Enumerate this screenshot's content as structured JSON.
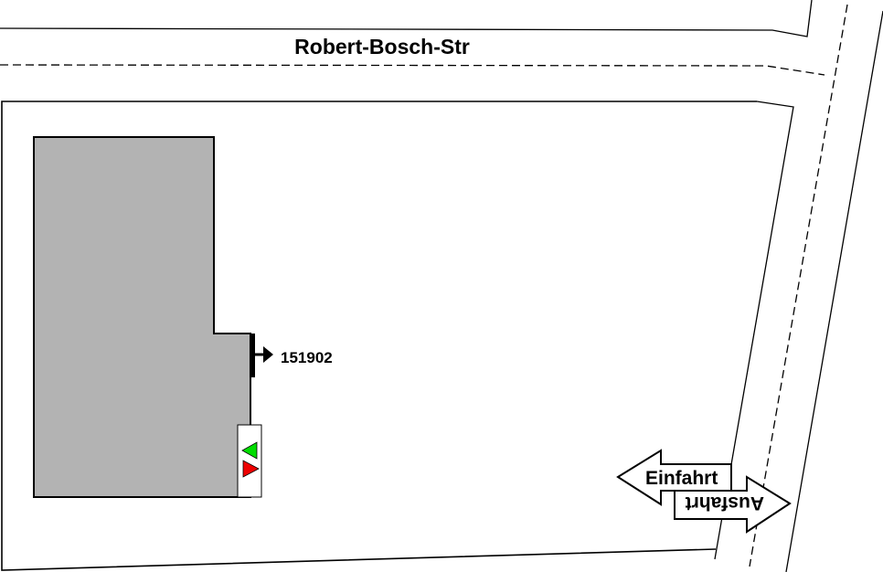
{
  "map": {
    "street_name": "Robert-Bosch-Str",
    "marker_id": "151902",
    "entrance_label": "Einfahrt",
    "exit_label": "Ausfahrt",
    "colors": {
      "building": "#b3b3b3",
      "line": "#000000",
      "in_triangle": "#00dd00",
      "out_triangle": "#ee0000",
      "background": "#ffffff"
    }
  }
}
